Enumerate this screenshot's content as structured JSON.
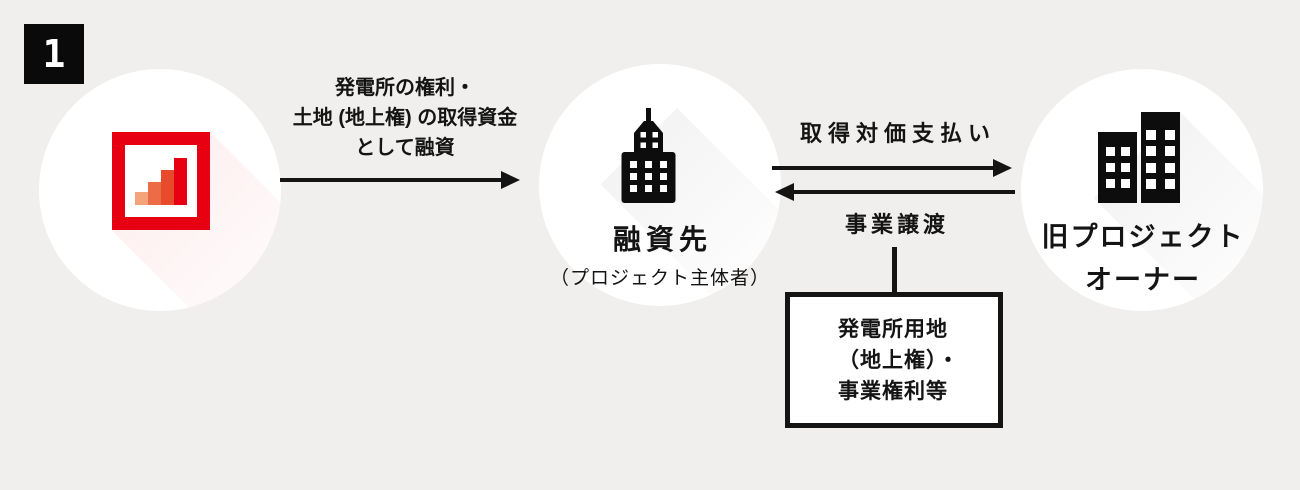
{
  "badge": {
    "number": "1"
  },
  "colors": {
    "background": "#f0efed",
    "ink": "#141414",
    "accent_red": "#e60012",
    "logo_bars": [
      "#f4a37b",
      "#ec6c48",
      "#e74b2b",
      "#e60012"
    ],
    "node_fill": "#ffffff"
  },
  "nodes": {
    "bank": {
      "icon": "bar-chart-logo"
    },
    "borrower": {
      "label": "融資先",
      "sublabel": "（プロジェクト主体者）",
      "icon": "skyscraper-building-icon"
    },
    "owner": {
      "label_line1": "旧プロジェクト",
      "label_line2": "オーナー",
      "icon": "two-buildings-icon"
    }
  },
  "flows": {
    "loan": {
      "direction": "right",
      "label_lines": [
        "発電所の権利・",
        "土地 (地上権) の取得資金",
        "として融資"
      ]
    },
    "payment": {
      "direction": "right",
      "label": "取得対価支払い"
    },
    "transfer": {
      "direction": "left",
      "label": "事業譲渡"
    }
  },
  "transfer_box": {
    "lines": [
      "発電所用地",
      "（地上権）・",
      "事業権利等"
    ]
  }
}
